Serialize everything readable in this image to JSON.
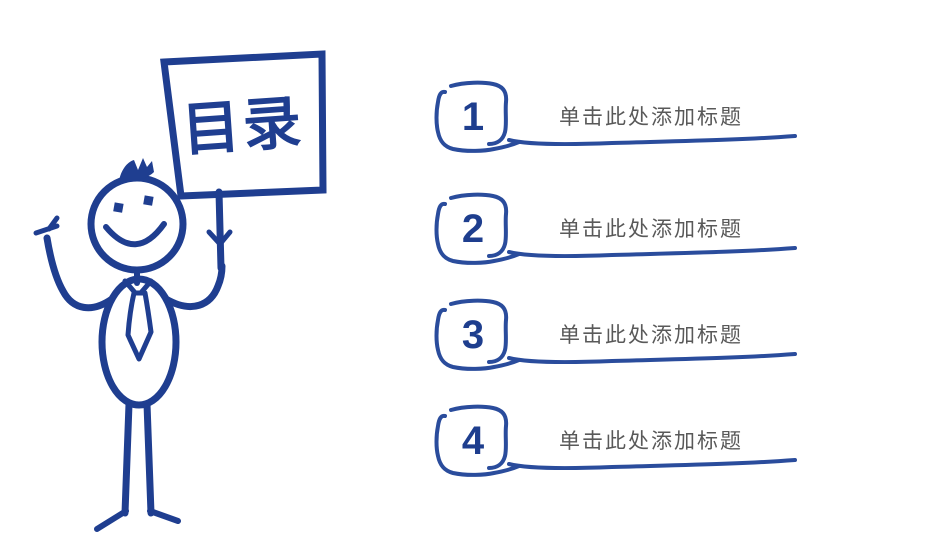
{
  "slide": {
    "background": "#FFFFFF",
    "accent_blue": "#1F3E90",
    "line_blue": "#2A4C9C",
    "title_text_color": "#595959"
  },
  "figure": {
    "icon": "stick-figure-holding-sign",
    "sign_text": "目录"
  },
  "toc": {
    "items": [
      {
        "number": "1",
        "title": "单击此处添加标题"
      },
      {
        "number": "2",
        "title": "单击此处添加标题"
      },
      {
        "number": "3",
        "title": "单击此处添加标题"
      },
      {
        "number": "4",
        "title": "单击此处添加标题"
      }
    ]
  }
}
